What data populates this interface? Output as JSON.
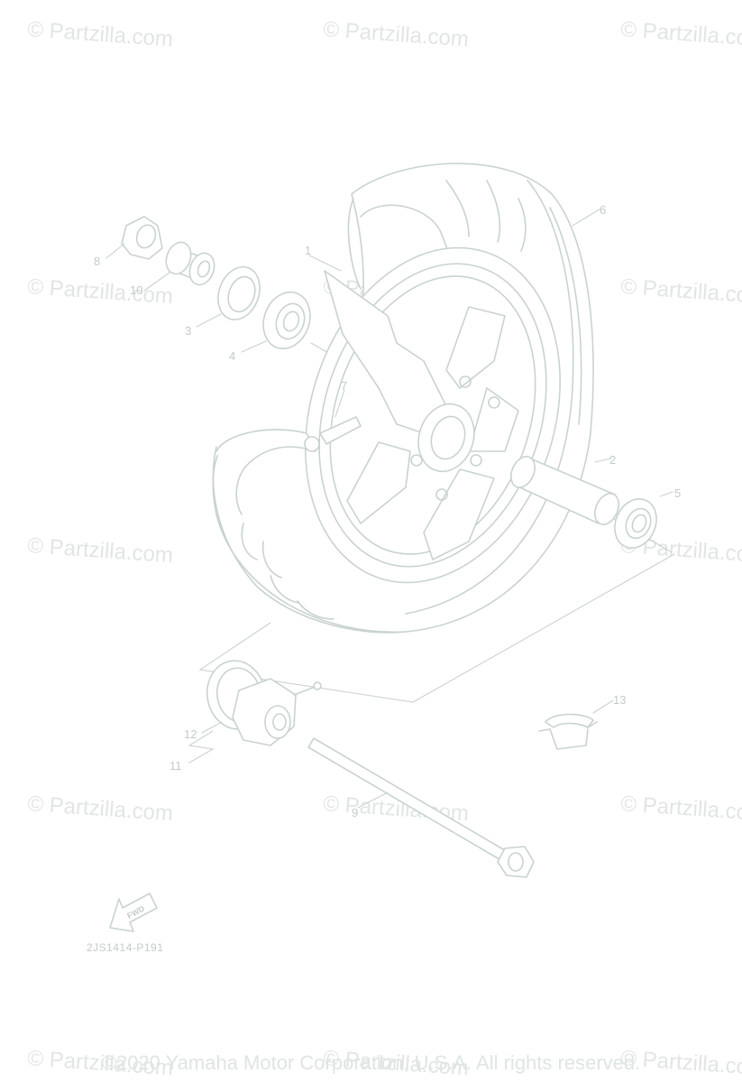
{
  "watermark": "© Partzilla.com",
  "diagram_code": "2JS1414-P191",
  "fwd_label": "FWD",
  "copyright": "©2020 Yamaha Motor Corporation, U.S.A. All rights reserved.",
  "callouts": {
    "c1": "1",
    "c2": "2",
    "c3": "3",
    "c4": "4",
    "c5": "5",
    "c6": "6",
    "c7": "7",
    "c8": "8",
    "c9": "9",
    "c10": "10",
    "c11": "11",
    "c12": "12",
    "c13": "13"
  },
  "parts": [
    "front-wheel",
    "axle-collar",
    "oil-seal",
    "bearing",
    "bearing",
    "tire",
    "valve",
    "flange-nut",
    "wheel-axle",
    "collar",
    "speedometer-gear-unit",
    "gear-unit-seal",
    "clamp"
  ],
  "colors": {
    "line": "#c9d3cd",
    "watermark": "#e1e6e3",
    "text": "#c2ccc6"
  }
}
